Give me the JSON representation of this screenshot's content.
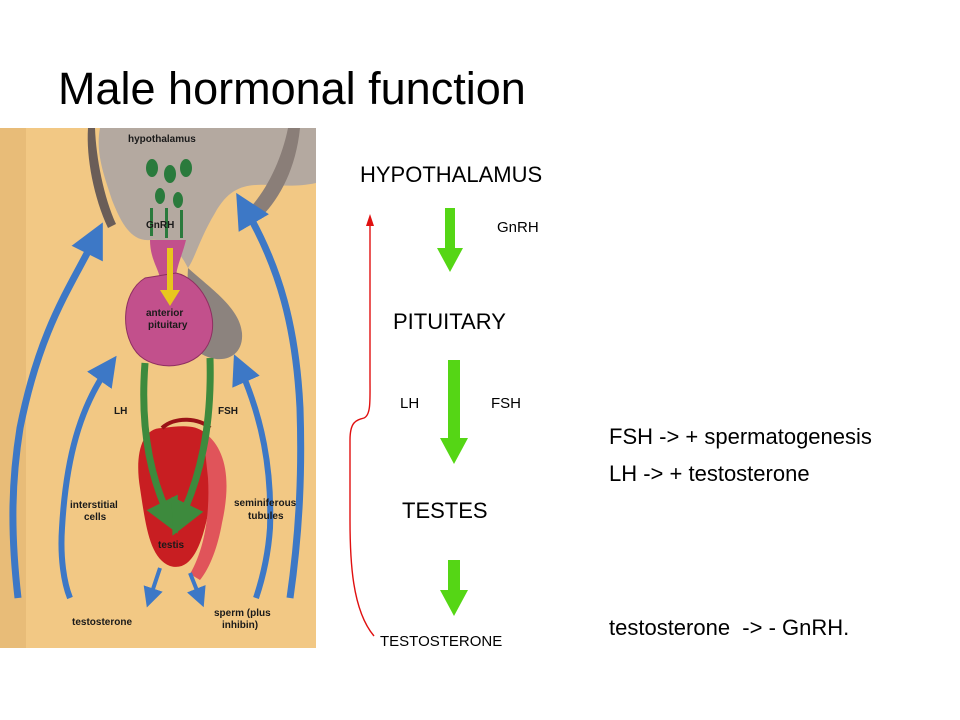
{
  "slide": {
    "title": "Male hormonal function"
  },
  "illustration": {
    "labels": {
      "hypothalamus": "hypothalamus",
      "gnrh": "GnRH",
      "anterior_pituitary_1": "anterior",
      "anterior_pituitary_2": "pituitary",
      "lh": "LH",
      "fsh": "FSH",
      "interstitial_1": "interstitial",
      "interstitial_2": "cells",
      "seminiferous_1": "seminiferous",
      "seminiferous_2": "tubules",
      "testis": "testis",
      "testosterone": "testosterone",
      "sperm_1": "sperm (plus",
      "sperm_2": "inhibin)"
    }
  },
  "flow": {
    "hypothalamus": "HYPOTHALAMUS",
    "gnrh": "GnRH",
    "pituitary": "PITUITARY",
    "lh": "LH",
    "fsh": "FSH",
    "testes": "TESTES",
    "testosterone": "TESTOSTERONE"
  },
  "notes": {
    "fsh_effect": "FSH -> + spermatogenesis",
    "lh_effect": "LH -> + testosterone",
    "feedback": "testosterone  -> - GnRH."
  },
  "colors": {
    "flow_arrow": "#55d615",
    "feedback_line": "#e01010",
    "illustration_bg": "#f2c884",
    "tissue_purple": "#c2508c",
    "testis_red": "#c81e22",
    "hormone_arrow_blue": "#3d78c6",
    "hormone_arrow_green": "#3d8a3d"
  }
}
